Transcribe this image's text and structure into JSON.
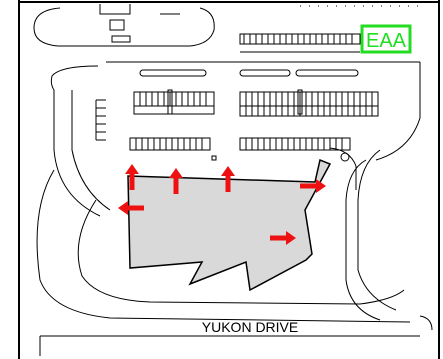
{
  "map": {
    "road_label": "YUKON DRIVE",
    "badge": {
      "label": "EAA",
      "color": "#22dd22"
    },
    "building_fill": "#d9d9d9",
    "arrow_color": "#ee1111",
    "line_color": "#000000",
    "arrows": [
      {
        "name": "exit-arrow-north-1",
        "direction": "up"
      },
      {
        "name": "exit-arrow-north-2",
        "direction": "up"
      },
      {
        "name": "exit-arrow-north-3",
        "direction": "up"
      },
      {
        "name": "exit-arrow-east-1",
        "direction": "right"
      },
      {
        "name": "exit-arrow-west-1",
        "direction": "left"
      },
      {
        "name": "exit-arrow-east-2",
        "direction": "right"
      }
    ]
  }
}
